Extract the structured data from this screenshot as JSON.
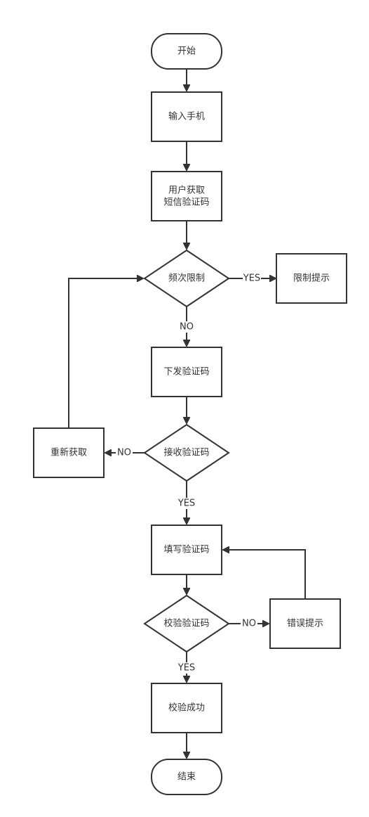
{
  "nodes": {
    "start": "开始",
    "input_phone": "输入手机",
    "request_sms_line1": "用户获取",
    "request_sms_line2": "短信验证码",
    "frequency_limit": "频次限制",
    "limit_prompt": "限制提示",
    "send_code": "下发验证码",
    "receive_code": "接收验证码",
    "retry": "重新获取",
    "fill_code": "填写验证码",
    "verify_code": "校验验证码",
    "error_prompt": "错误提示",
    "verify_success": "校验成功",
    "end": "结束"
  },
  "edges": {
    "frequency_yes": "YES",
    "frequency_no": "NO",
    "receive_no": "NO",
    "receive_yes": "YES",
    "verify_no": "NO",
    "verify_yes": "YES"
  },
  "colors": {
    "stroke": "#333333",
    "fill": "#ffffff",
    "text": "#333333"
  }
}
